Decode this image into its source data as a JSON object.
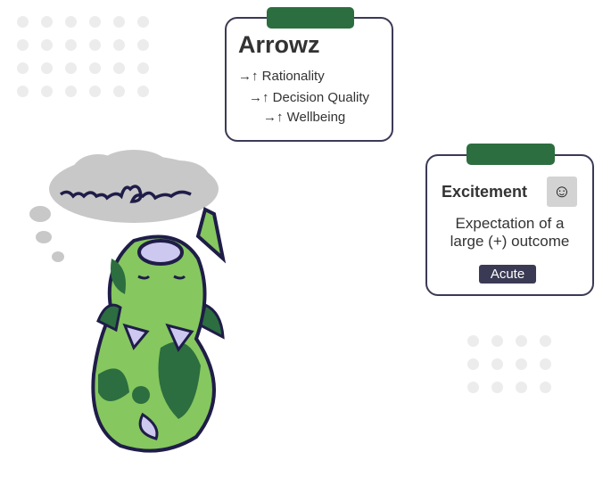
{
  "arrowz_card": {
    "title": "Arrowz",
    "lines": [
      "→↑ Rationality",
      "→↑ Decision Quality",
      "→↑ Wellbeing"
    ]
  },
  "emotion_card": {
    "title": "Excitement",
    "icon": "smiley-face-icon",
    "icon_glyph": "☺",
    "description_line1": "Expectation of a",
    "description_line2": "large (+) outcome",
    "badge": "Acute"
  },
  "colors": {
    "accent_green": "#2c6e3f",
    "border": "#3b3a55",
    "character_green": "#86c75f",
    "dark_green": "#2c6e3f"
  }
}
